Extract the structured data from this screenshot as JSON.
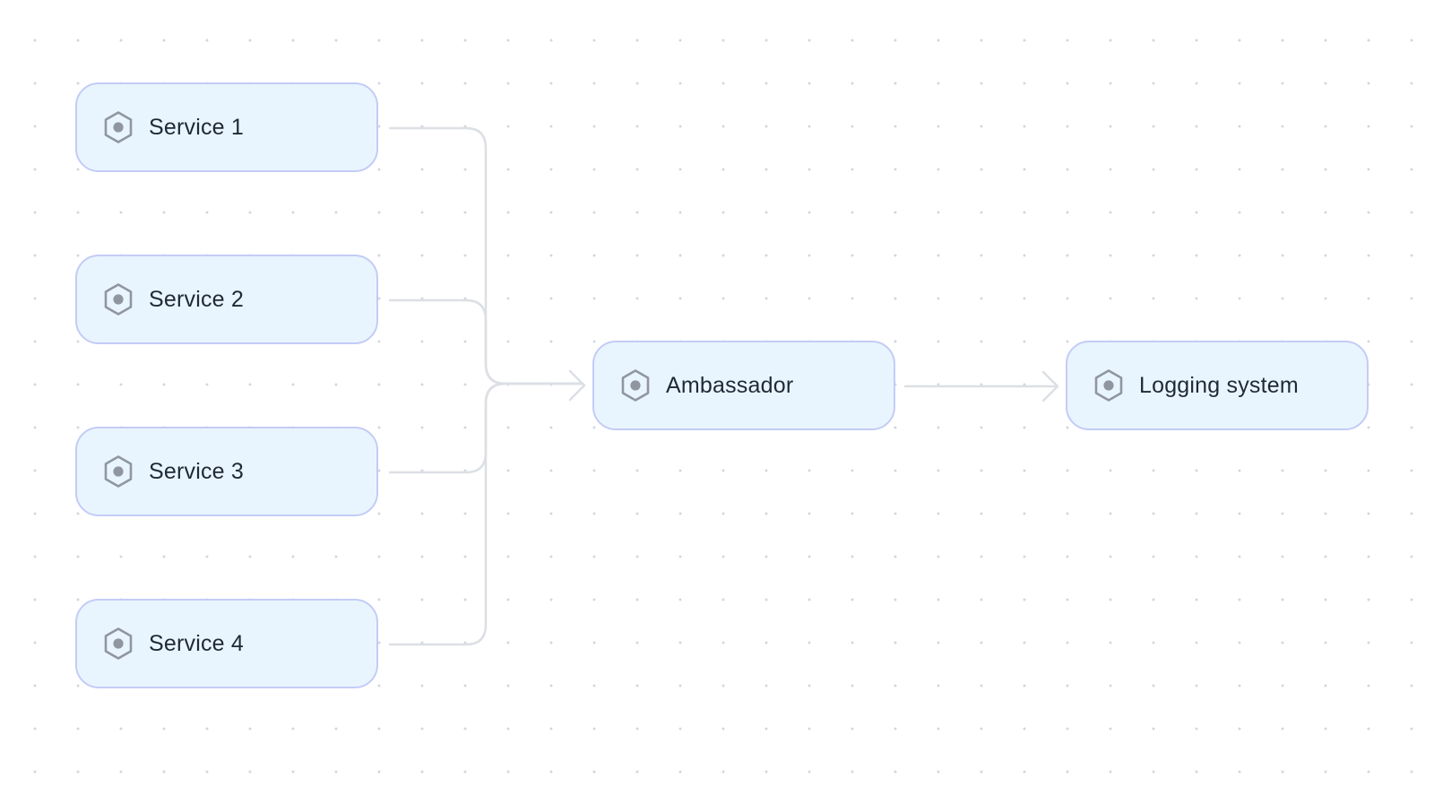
{
  "nodes": {
    "service_1": {
      "label": "Service 1",
      "icon": "hexagon-node-icon"
    },
    "service_2": {
      "label": "Service 2",
      "icon": "hexagon-node-icon"
    },
    "service_3": {
      "label": "Service 3",
      "icon": "hexagon-node-icon"
    },
    "service_4": {
      "label": "Service 4",
      "icon": "hexagon-node-icon"
    },
    "ambassador": {
      "label": "Ambassador",
      "icon": "hexagon-node-icon"
    },
    "logging_system": {
      "label": "Logging system",
      "icon": "hexagon-node-icon"
    }
  },
  "edges": [
    {
      "from": "Service 1",
      "to": "Ambassador"
    },
    {
      "from": "Service 2",
      "to": "Ambassador"
    },
    {
      "from": "Service 3",
      "to": "Ambassador"
    },
    {
      "from": "Service 4",
      "to": "Ambassador"
    },
    {
      "from": "Ambassador",
      "to": "Logging system"
    }
  ],
  "colors": {
    "node_fill": "#e9f5fe",
    "node_border": "#c3ccf6",
    "edge": "#dcdfe4",
    "icon": "#8f96a0",
    "text": "#1f2937",
    "grid_dot": "#d2d6de"
  }
}
